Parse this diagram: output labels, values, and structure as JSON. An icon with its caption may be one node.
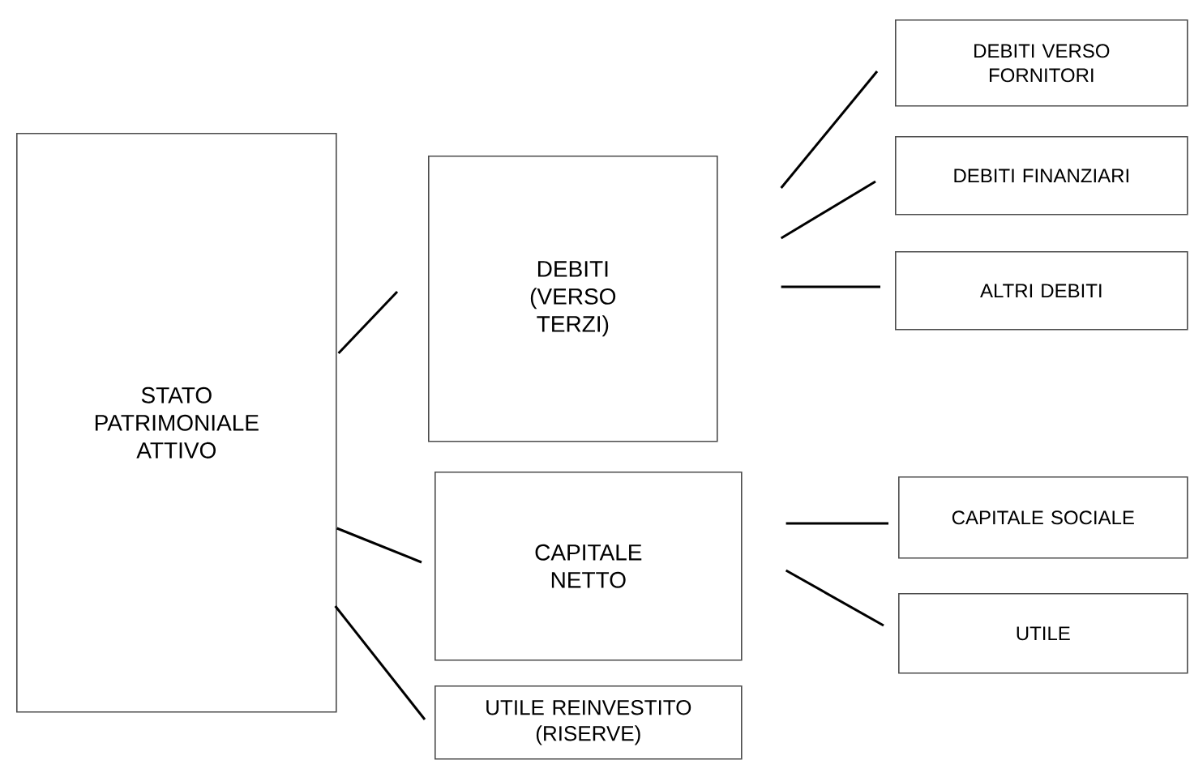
{
  "diagram": {
    "nodes": [
      {
        "text": [
          "STATO PATRIMONIALE ATTIVO"
        ]
      },
      {
        "text": [
          "DEBITI (VERSO TERZI)"
        ]
      },
      {
        "text": [
          "CAPITALE NETTO"
        ]
      },
      {
        "text": [
          "UTILE REINVESTITO (RISERVE)"
        ]
      },
      {
        "text": [
          "DEBITI VERSO FORNITORI"
        ]
      },
      {
        "text": [
          "DEBITI FINANZIARI"
        ]
      },
      {
        "text": [
          "ALTRI DEBITI"
        ]
      },
      {
        "text": [
          "CAPITALE SOCIALE"
        ]
      },
      {
        "text": [
          "UTILE"
        ]
      }
    ],
    "edges": [
      {
        "from": 0,
        "to": 1,
        "arrow": "none"
      },
      {
        "from": 0,
        "to": 2,
        "arrow": "none"
      },
      {
        "from": 0,
        "to": 3,
        "arrow": "none"
      },
      {
        "from": 1,
        "to": 4,
        "arrow": "none"
      },
      {
        "from": 1,
        "to": 5,
        "arrow": "none"
      },
      {
        "from": 1,
        "to": 6,
        "arrow": "none"
      },
      {
        "from": 2,
        "to": 7,
        "arrow": "none"
      },
      {
        "from": 2,
        "to": 8,
        "arrow": "none"
      }
    ]
  }
}
